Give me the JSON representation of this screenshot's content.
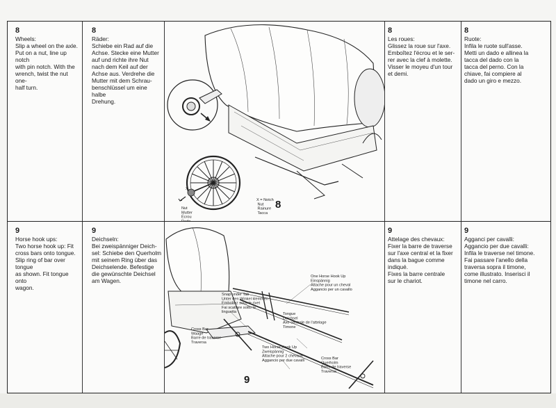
{
  "steps": [
    {
      "number": "8",
      "blocks": {
        "en": "Wheels:\nSlip a wheel on the axle.\nPut on a nut, line up notch\nwith pin notch. With the\nwrench, twist the nut one-\nhalf turn.",
        "de": "Räder:\nSchiebe ein Rad auf die\nAchse. Stecke eine Mutter\nauf und richte ihre Nut\nnach dem Keil auf der\nAchse aus. Verdrehe die\nMutter mit dem Schrau-\nbenschlüssel um eine halbe\nDrehung.",
        "fr": "Les roues:\nGlissez la roue sur l'axe.\nEmboîtez l'écrou et le ser-\nrer avec la clef à molette.\nVisser le moyeu d'un tour\net demi.",
        "it": "Ruote:\nInfila le ruote sull'asse.\nMetti un dado e allinea la\ntacca del dado con la\ntacca del perno. Con la\nchiave, fai compiere al\ndado un giro e mezzo."
      },
      "figure": {
        "number": "8",
        "labels": {
          "x_notch": "X =  Notch\n        Nut\n        Rainure\n        Tacca",
          "nut": "Nut\nMutter\nÉcrou\nDado",
          "x_mark": "X"
        }
      }
    },
    {
      "number": "9",
      "blocks": {
        "en": "Horse hook ups:\nTwo horse hook up: Fit\ncross bars onto tongue.\nSlip ring of bar over tongue\nas shown. Fit tongue onto\nwagon.",
        "de": "Deichseln:\nBei zweispänniger Deich-\nsel: Schiebe den Querholm\nmit seinem Ring über das\nDeichselende. Befestige\ndie gewünschte Deichsel\nam Wagen.",
        "fr": "Attelage des chevaux:\nFixer la barre de traverse\nsur l'axe central et la fixer\ndans la bague comme\nindiqué.\nFixes la barre centrale\nsur le chariot.",
        "it": "Agganci per cavalli:\nAggancio per due cavalli:\nInfila le traverse nel timone.\nFai passare l'anello della\ntraversa sopra il timone,\ncome illustrato. Inserisci il\ntimone nel carro."
      },
      "figure": {
        "number": "9",
        "labels": {
          "one_horse": "One Horse Hook Up\nEinspännig\nAttache pour un cheval\nAggancio per un cavallo",
          "snap": "Snap under Tab\nUnter den Winkel klemmen\nEmboîtez sous le rivet\nFai scattare sotto la\nlinguetta",
          "tongue": "Tongue\nDeichsel\nAxe centrale de l'attelage\nTimone",
          "cross_bar_left": "Cross Bar\nWaage\nBarre de traverse\nTraversa",
          "two_horse": "Two Horse Hook Up\nZweispännig\nAttache pour 2 chevaux\nAggancio per due cavalli",
          "cross_bar_right": "Cross Bar\nQuerholm\nBarre de traverse\nTraversa"
        }
      }
    }
  ]
}
